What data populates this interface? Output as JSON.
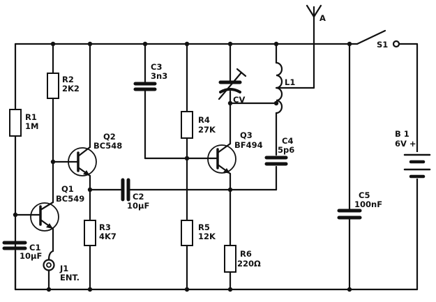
{
  "components": {
    "R1": {
      "ref": "R1",
      "value": "1M"
    },
    "R2": {
      "ref": "R2",
      "value": "2K2"
    },
    "R3": {
      "ref": "R3",
      "value": "4K7"
    },
    "R4": {
      "ref": "R4",
      "value": "27K"
    },
    "R5": {
      "ref": "R5",
      "value": "12K"
    },
    "R6": {
      "ref": "R6",
      "value": "220Ω"
    },
    "C1": {
      "ref": "C1",
      "value": "10μF"
    },
    "C2": {
      "ref": "C2",
      "value": "10μF"
    },
    "C3": {
      "ref": "C3",
      "value": "3n3"
    },
    "C4": {
      "ref": "C4",
      "value": "5p6"
    },
    "C5": {
      "ref": "C5",
      "value": "100nF"
    },
    "CV": {
      "ref": "CV"
    },
    "L1": {
      "ref": "L1"
    },
    "Q1": {
      "ref": "Q1",
      "value": "BC549"
    },
    "Q2": {
      "ref": "Q2",
      "value": "BC548"
    },
    "Q3": {
      "ref": "Q3",
      "value": "BF494"
    },
    "J1": {
      "ref": "J1",
      "value": "ENT."
    },
    "B1": {
      "ref": "B 1",
      "value": "6V +"
    },
    "S1": {
      "ref": "S1"
    },
    "A": {
      "ref": "A"
    }
  }
}
